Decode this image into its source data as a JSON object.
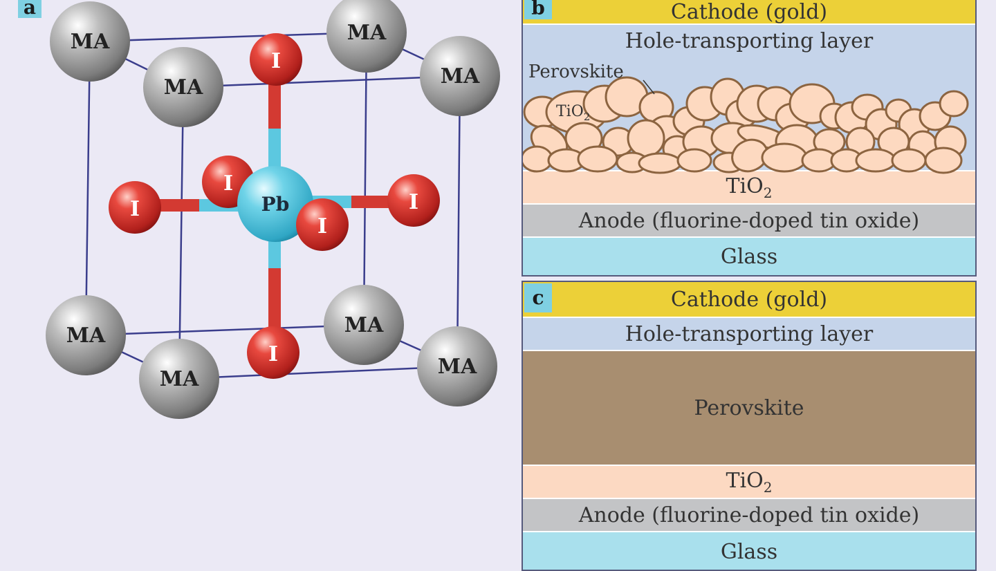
{
  "panel_a": {
    "tag": "a",
    "corner_label": "MA",
    "center_label": "Pb",
    "ligand_label": "I"
  },
  "panel_b": {
    "tag": "b",
    "layers": [
      {
        "text": "Cathode (gold)",
        "color": "#ecd038"
      },
      {
        "text": "Hole-transporting layer",
        "color": "#c5d4ea"
      },
      {
        "text": "TiO",
        "sub": "2",
        "color": "#fcd9c2"
      },
      {
        "text": "Anode (fluorine-doped tin oxide)",
        "color": "#c3c4c6"
      },
      {
        "text": "Glass",
        "color": "#a9e0ed"
      }
    ],
    "perovskite_label": "Perovskite",
    "tio2_label": "TiO",
    "tio2_sub": "2",
    "particle_fill": "#fdd9c0",
    "particle_stroke": "#8c6440"
  },
  "panel_c": {
    "tag": "c",
    "layers": [
      {
        "text": "Cathode (gold)",
        "color": "#ecd038"
      },
      {
        "text": "Hole-transporting layer",
        "color": "#c5d4ea"
      },
      {
        "text": "Perovskite",
        "color": "#a88e70"
      },
      {
        "text": "TiO",
        "sub": "2",
        "color": "#fcd9c2"
      },
      {
        "text": "Anode (fluorine-doped tin oxide)",
        "color": "#c3c4c6"
      },
      {
        "text": "Glass",
        "color": "#a9e0ed"
      }
    ]
  },
  "colors": {
    "background": "#ebe9f5",
    "cube_edge": "#3a3d8c",
    "ma_atom": "#9a9a9a",
    "pb_atom": "#5cc8e0",
    "i_atom": "#d6322e",
    "bond_red": "#d33a32",
    "bond_blue": "#5cc8e0"
  }
}
